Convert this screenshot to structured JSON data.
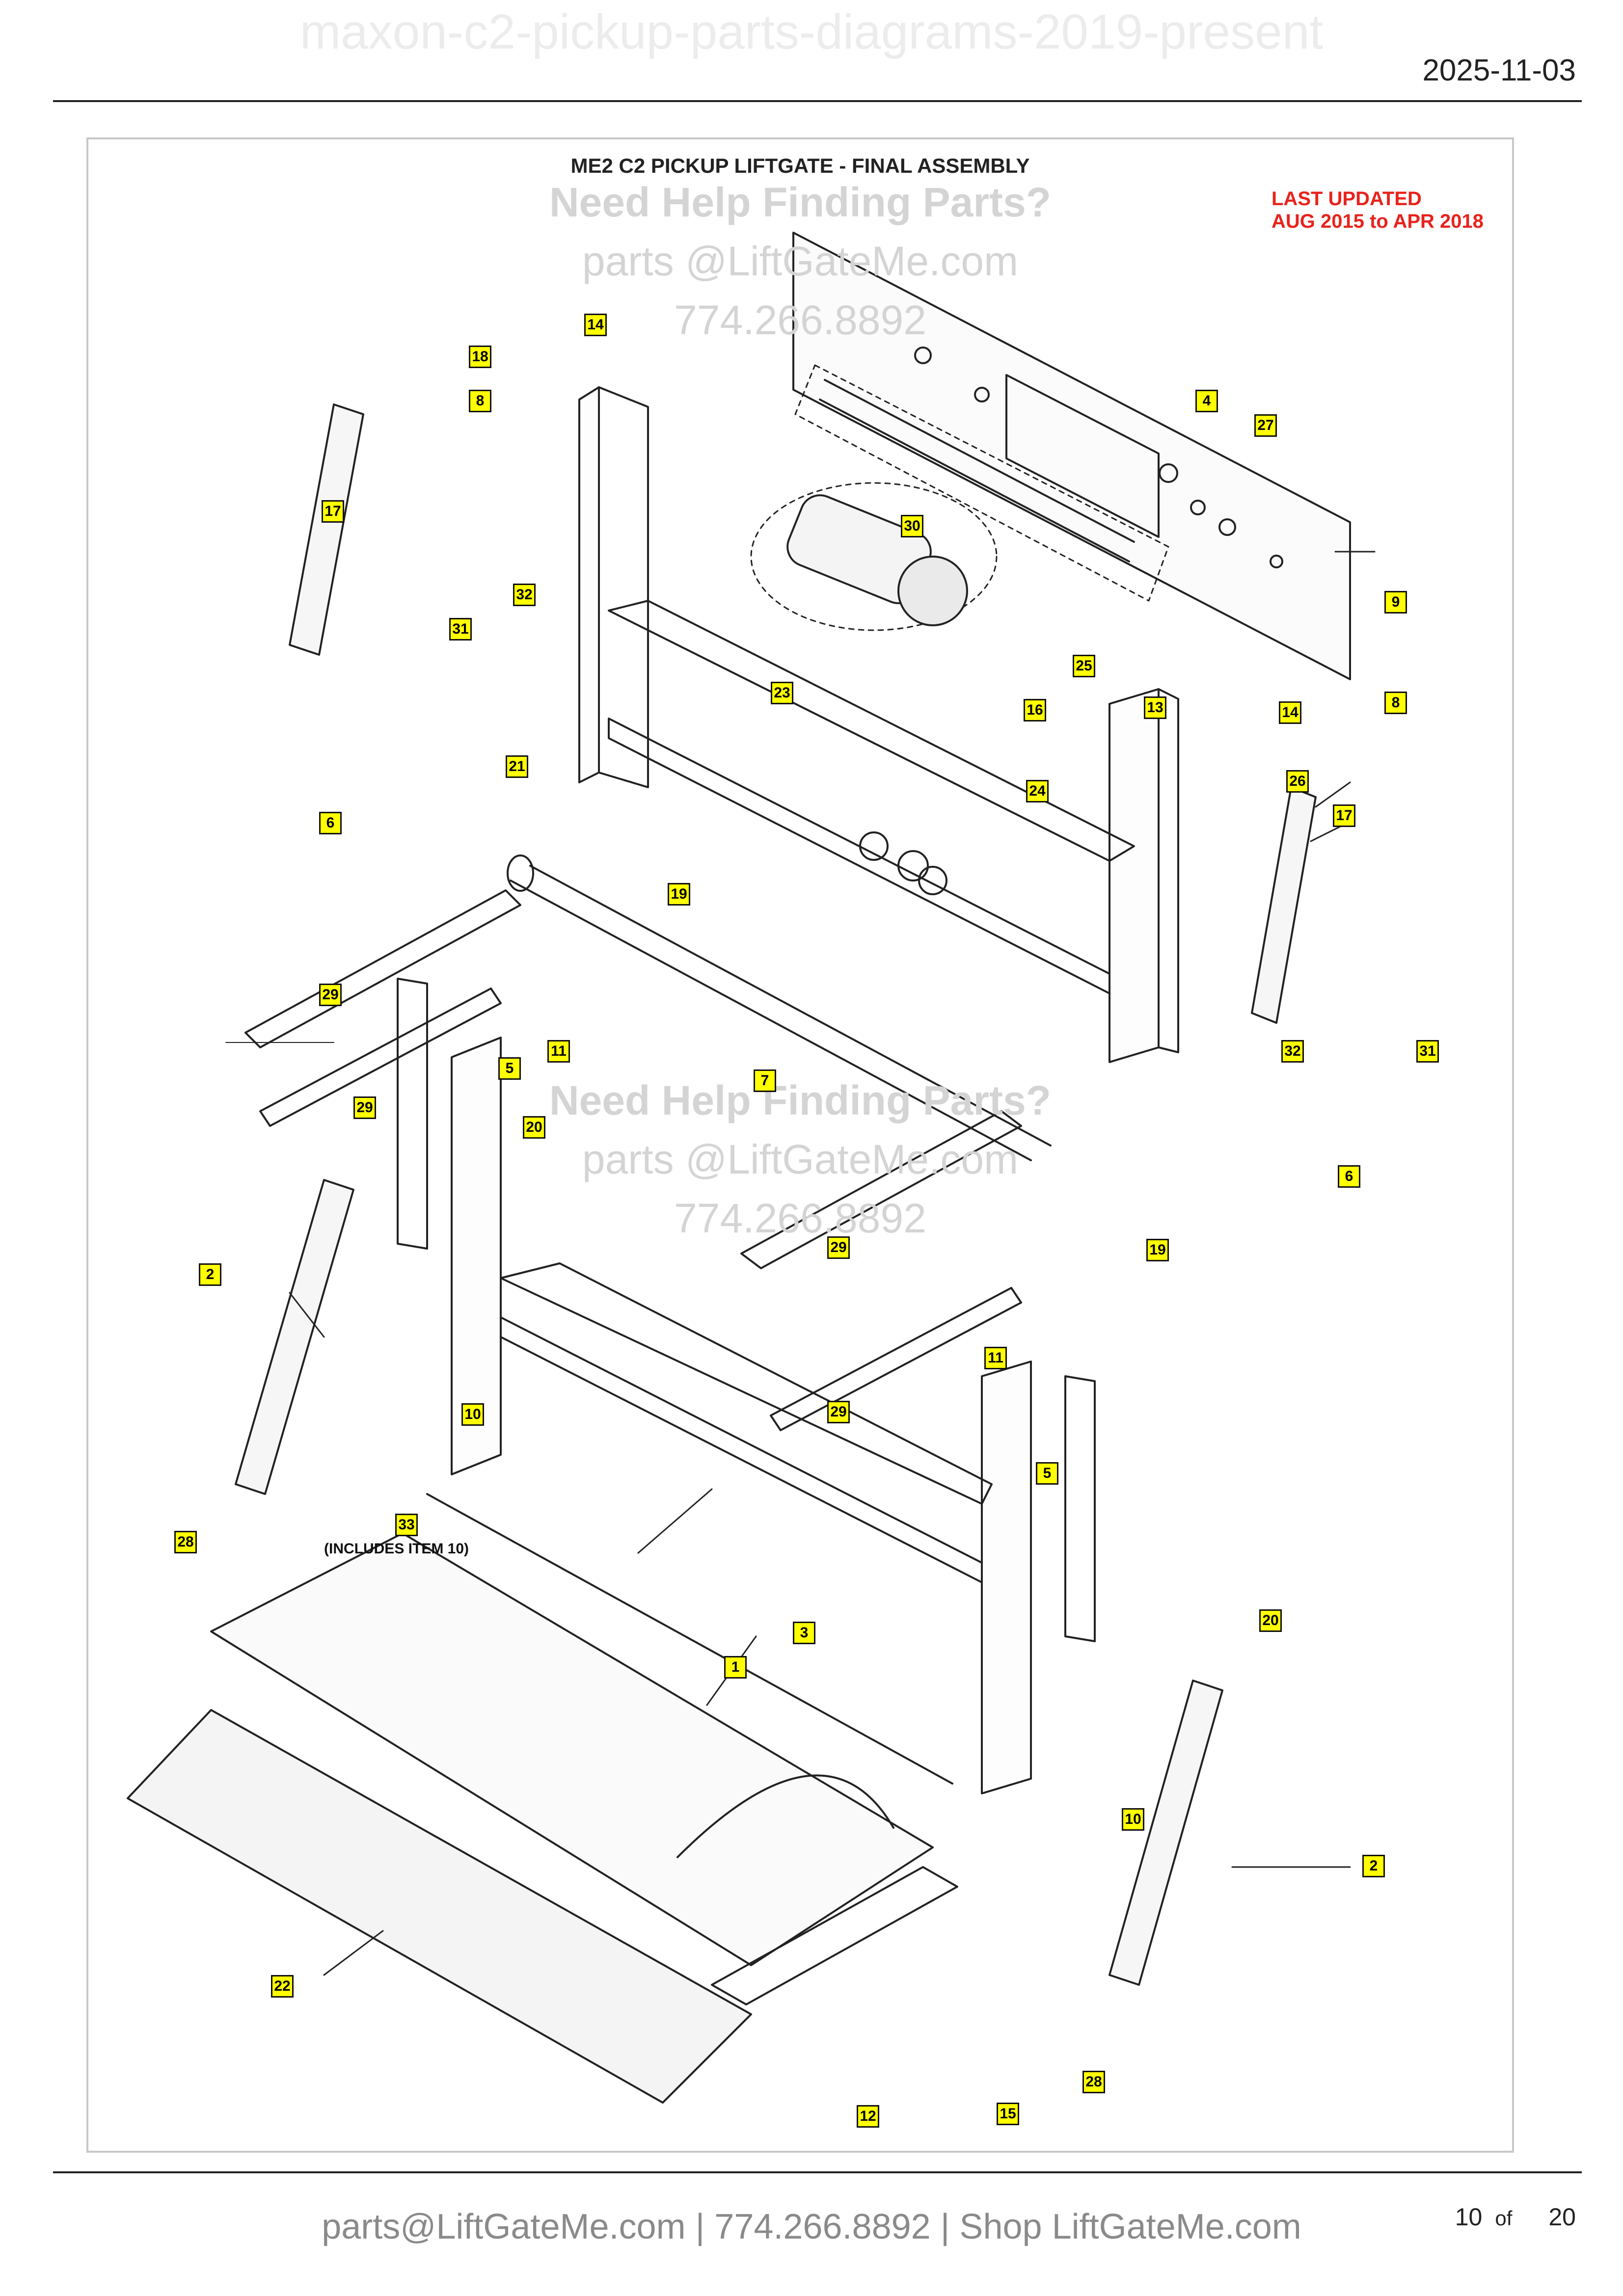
{
  "document": {
    "watermark_title": "maxon-c2-pickup-parts-diagrams-2019-present",
    "date": "2025-11-03"
  },
  "diagram": {
    "title": "ME2 C2 PICKUP LIFTGATE - FINAL ASSEMBLY",
    "watermark": {
      "heading": "Need Help Finding Parts?",
      "email": "parts @LiftGateMe.com",
      "phone": "774.266.8892"
    },
    "last_updated": {
      "line1": "LAST UPDATED",
      "line2": "AUG 2015 to APR 2018"
    },
    "note": "(INCLUDES ITEM 10)",
    "callouts": [
      "18",
      "14",
      "8",
      "17",
      "32",
      "31",
      "6",
      "21",
      "19",
      "29",
      "5",
      "11",
      "29",
      "20",
      "2",
      "10",
      "33",
      "28",
      "1",
      "3",
      "22",
      "12",
      "15",
      "28",
      "2",
      "10",
      "20",
      "5",
      "29",
      "11",
      "29",
      "19",
      "7",
      "6",
      "31",
      "32",
      "17",
      "8",
      "26",
      "24",
      "23",
      "16",
      "25",
      "13",
      "14",
      "30",
      "4",
      "27",
      "9"
    ],
    "colors": {
      "callout_fill": "#ffff00",
      "last_updated": "#e8231c",
      "line_art": "#222222"
    }
  },
  "footer": {
    "contact": "parts@LiftGateMe.com | 774.266.8892 | Shop LiftGateMe.com",
    "page_current": "10",
    "page_of": "of",
    "page_total": "20"
  }
}
